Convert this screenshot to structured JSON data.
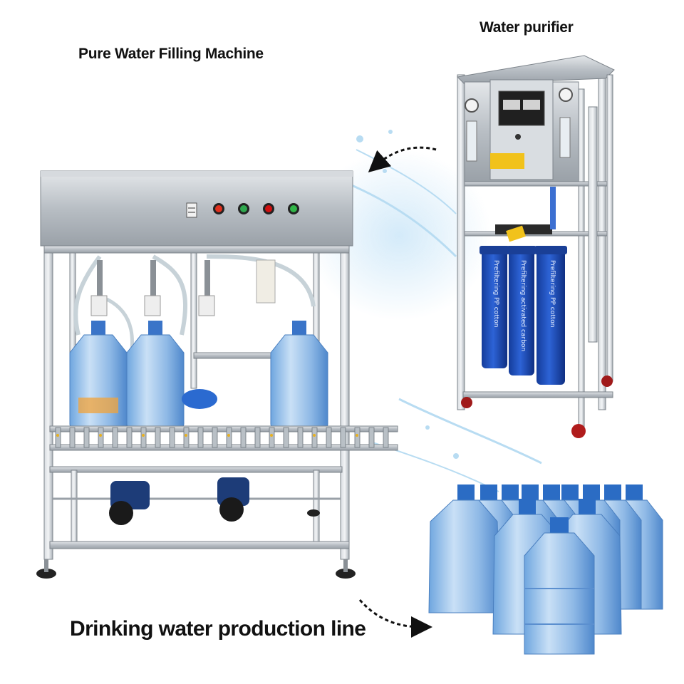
{
  "labels": {
    "filling_machine": "Pure Water Filling Machine",
    "water_purifier": "Water purifier",
    "production_line": "Drinking water production line"
  },
  "filter_housing_text": [
    "Prefiltering PP cotton",
    "Prefiltering activated carbon",
    "Prefiltering PP cotton"
  ],
  "colors": {
    "steel": "#c9ced3",
    "steel_dark": "#8e959c",
    "filter_blue": "#1f4fbf",
    "bottle_blue": "#8fb9e6",
    "bottle_cap": "#2b6cc4",
    "splash": "#7fc0e8"
  }
}
